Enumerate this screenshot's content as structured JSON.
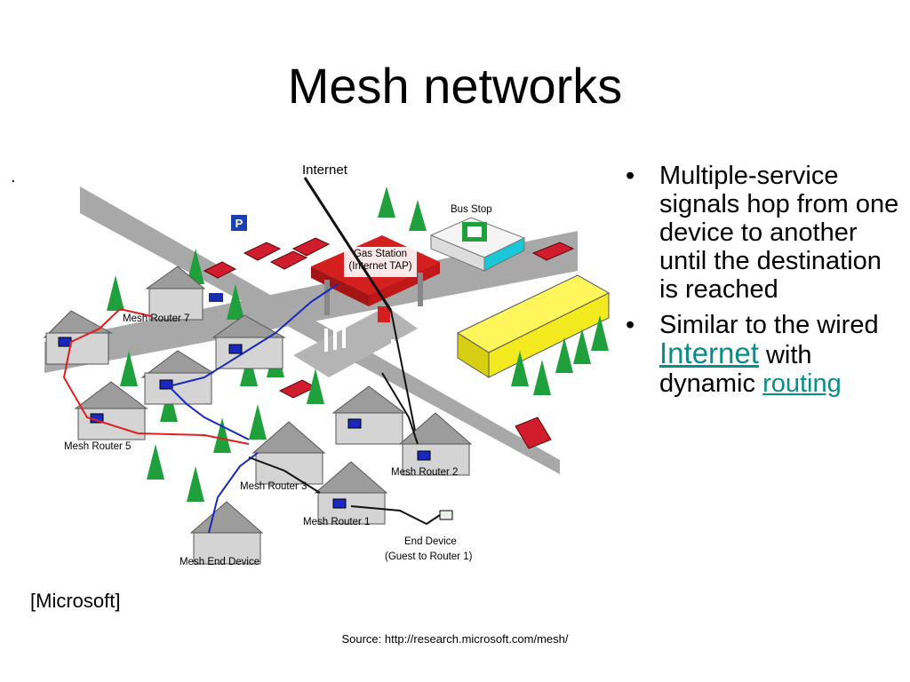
{
  "slide": {
    "title": "Mesh networks",
    "stray_mark": ".",
    "credit": "[Microsoft]",
    "source": "Source: http://research.microsoft.com/mesh/"
  },
  "bullets": [
    {
      "text": "Multiple-service signals hop from one device to another until the destination is reached"
    },
    {
      "prefix": "Similar to the wired",
      "link1": "Internet",
      "middle": "with dynamic",
      "link2": "routing"
    }
  ],
  "diagram": {
    "labels": {
      "internet": "Internet",
      "bus_stop": "Bus Stop",
      "gas_station_line1": "Gas Station",
      "gas_station_line2": "(Internet TAP)",
      "mesh_router_7": "Mesh Router 7",
      "mesh_router_5": "Mesh Router 5",
      "mesh_router_3": "Mesh Router 3",
      "mesh_router_2": "Mesh Router 2",
      "mesh_router_1": "Mesh Router 1",
      "mesh_end_device": "Mesh End Device",
      "end_device_line1": "End Device",
      "end_device_line2": "(Guest to Router 1)",
      "parking_sign": "P"
    },
    "colors": {
      "road": "#a8a8a8",
      "house_roof": "#9c9c9c",
      "house_wall": "#d4d4d4",
      "tree": "#1fa03c",
      "car": "#d01c2c",
      "gas_station_roof": "#d41f1f",
      "bus_stop_roof": "#19c8d8",
      "bus": "#f2ea1e",
      "red_link": "#e02020",
      "blue_link": "#1828b8"
    }
  }
}
